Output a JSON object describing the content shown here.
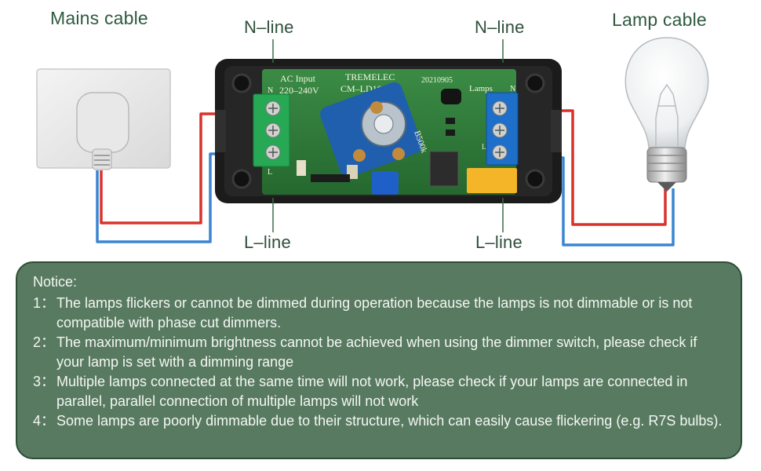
{
  "labels": {
    "mains_cable": "Mains cable",
    "lamp_cable": "Lamp cable",
    "n_line_left": "N–line",
    "n_line_right": "N–line",
    "l_line_left": "L–line",
    "l_line_right": "L–line"
  },
  "pcb": {
    "ac_input": "AC Input",
    "voltage": "220–240V",
    "brand": "TREMELEC",
    "model": "CM–LD100P2",
    "date_code": "20210905",
    "lamps": "Lamps",
    "pot_label": "B500k",
    "terminal_n_left": "N",
    "terminal_l_left": "L",
    "terminal_n_right": "N",
    "terminal_l_right": "L"
  },
  "notice": {
    "title": "Notice:",
    "items": [
      {
        "num": "1：",
        "text": "The lamps flickers or cannot be dimmed during operation because the lamps is not dimmable or is not compatible with phase cut dimmers."
      },
      {
        "num": "2：",
        "text": "The maximum/minimum brightness cannot be achieved when using the dimmer switch, please check if your lamp is set with a dimming range"
      },
      {
        "num": "3：",
        "text": "Multiple lamps connected at the same time will not work, please check if your lamps are connected in parallel, parallel connection of multiple lamps will not work"
      },
      {
        "num": "4：",
        "text": "Some lamps are poorly dimmable due to their structure, which can easily cause flickering (e.g. R7S bulbs)."
      }
    ]
  },
  "colors": {
    "wire_red": "#d9322a",
    "wire_blue": "#3a86d0",
    "pcb_green": "#2f7f3a",
    "notice_bg": "#587a61"
  }
}
